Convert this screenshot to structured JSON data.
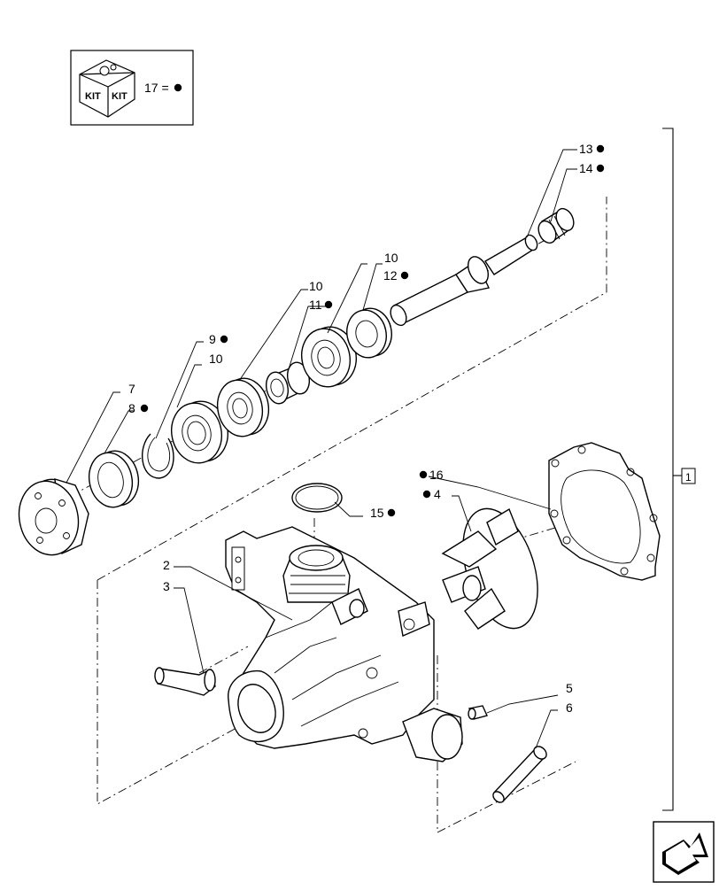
{
  "kit_box": {
    "icon_text_left": "KIT",
    "icon_text_right": "KIT",
    "legend_label": "17 ="
  },
  "callouts": {
    "c1": "1",
    "c2": "2",
    "c3": "3",
    "c4": "4",
    "c5": "5",
    "c6": "6",
    "c7": "7",
    "c8": "8",
    "c9": "9",
    "c10a": "10",
    "c10b": "10",
    "c10c": "10",
    "c11": "11",
    "c12": "12",
    "c13": "13",
    "c14": "14",
    "c15": "15",
    "c16": "16"
  },
  "kit_marker_icon": "filled-dot-icon",
  "nav_icon": "return-arrow-icon",
  "colors": {
    "line": "#000000",
    "background": "#ffffff"
  }
}
